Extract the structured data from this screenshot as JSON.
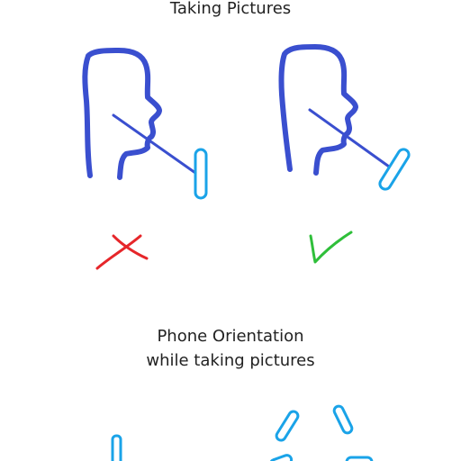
{
  "section1": {
    "title": "Taking Pictures"
  },
  "section2": {
    "title_line1": "Phone Orientation",
    "title_line2": "while taking pictures"
  },
  "icons": {
    "wrong": "cross-icon",
    "correct": "checkmark-icon"
  },
  "colors": {
    "head_outline": "#3a4fcf",
    "sight_line": "#3a4fcf",
    "phone": "#1aa3e8",
    "wrong_mark": "#e6262a",
    "correct_mark": "#2fbf3a"
  }
}
